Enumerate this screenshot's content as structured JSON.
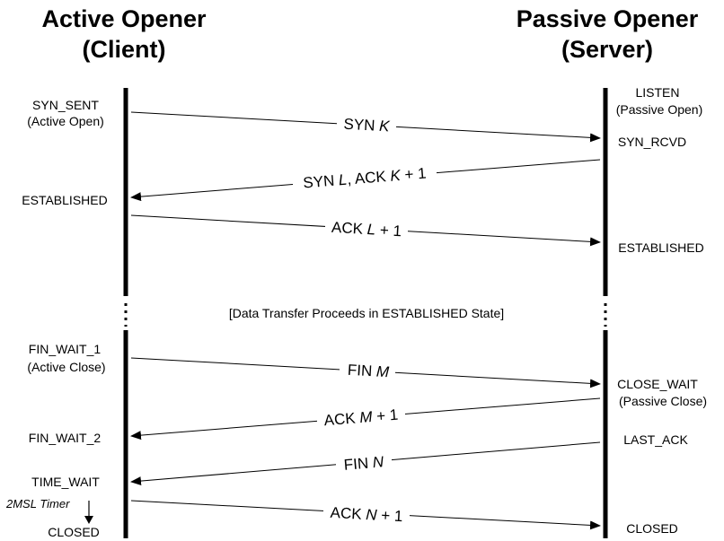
{
  "headers": {
    "client_line1": "Active Opener",
    "client_line2": "(Client)",
    "server_line1": "Passive Opener",
    "server_line2": "(Server)"
  },
  "client_states": {
    "syn_sent": "SYN_SENT",
    "active_open": "(Active Open)",
    "established": "ESTABLISHED",
    "fin_wait_1": "FIN_WAIT_1",
    "active_close": "(Active Close)",
    "fin_wait_2": "FIN_WAIT_2",
    "time_wait": "TIME_WAIT",
    "closed": "CLOSED"
  },
  "server_states": {
    "listen": "LISTEN",
    "passive_open": "(Passive Open)",
    "syn_rcvd": "SYN_RCVD",
    "established": "ESTABLISHED",
    "close_wait": "CLOSE_WAIT",
    "passive_close": "(Passive Close)",
    "last_ack": "LAST_ACK",
    "closed": "CLOSED"
  },
  "messages": {
    "syn_k": {
      "a": "SYN ",
      "b": "K"
    },
    "syn_l_ack": {
      "a": "SYN ",
      "b": "L",
      "c": ", ACK ",
      "d": "K",
      "e": " + 1"
    },
    "ack_l": {
      "a": "ACK ",
      "b": "L",
      "c": " + 1"
    },
    "fin_m": {
      "a": "FIN ",
      "b": "M"
    },
    "ack_m": {
      "a": "ACK ",
      "b": "M",
      "c": " + 1"
    },
    "fin_n": {
      "a": "FIN ",
      "b": "N"
    },
    "ack_n": {
      "a": "ACK ",
      "b": "N",
      "c": " + 1"
    }
  },
  "note": "[Data Transfer Proceeds in ESTABLISHED State]",
  "timer": "2MSL Timer"
}
